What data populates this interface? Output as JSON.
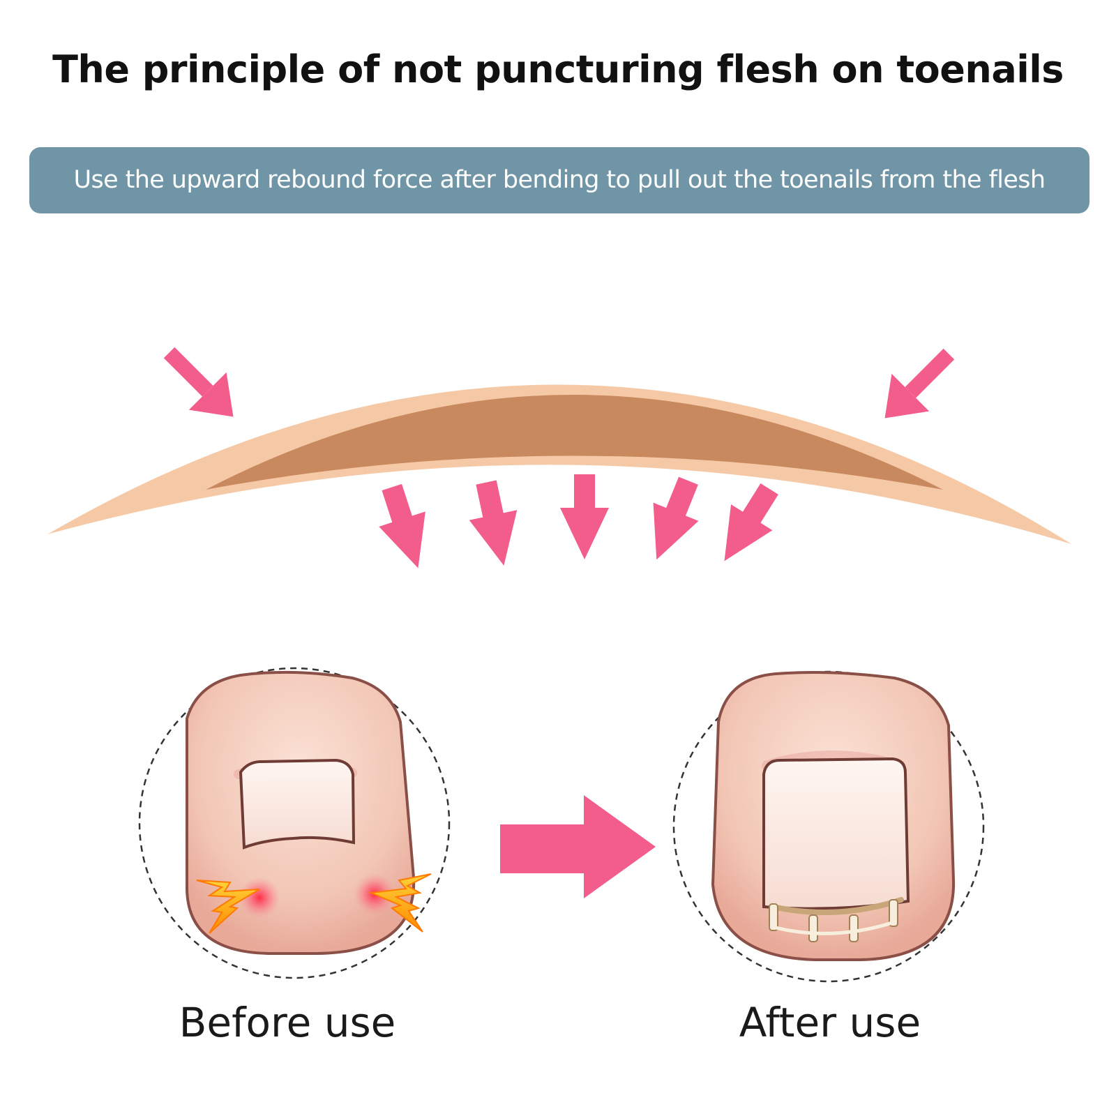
{
  "title": "The principle of not puncturing flesh on toenails",
  "subtitle": "Use the upward rebound force after bending to pull out the toenails from the flesh",
  "captions": {
    "before": "Before use",
    "after": "After use"
  },
  "colors": {
    "banner": "#6f95a6",
    "arrow": "#f25d8c",
    "nail_outer": "#f6c9a6",
    "nail_inner": "#c8895f",
    "skin": "#f0c4b4",
    "skin_outline": "#8a5048",
    "nail_plate": "#fae7df",
    "inflammation": "#ff2f4f",
    "lightning": "#ffb000"
  },
  "icons": {
    "upward_force": "arrow-up-outward-icon",
    "downward_pressure": "arrow-down-icon",
    "transition": "arrow-right-icon",
    "pain": "lightning-bolt-icon"
  }
}
